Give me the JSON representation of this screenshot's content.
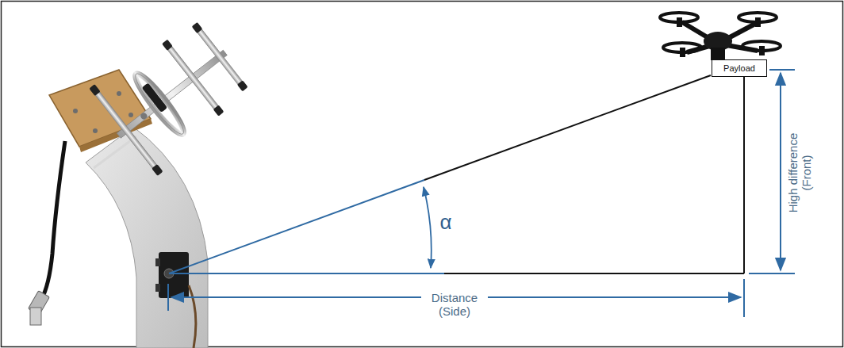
{
  "diagram": {
    "nodes": [
      {
        "text": [
          "Payload"
        ]
      }
    ],
    "labels": [
      "α",
      "Distance (Side)",
      "High difference (Front)"
    ]
  }
}
